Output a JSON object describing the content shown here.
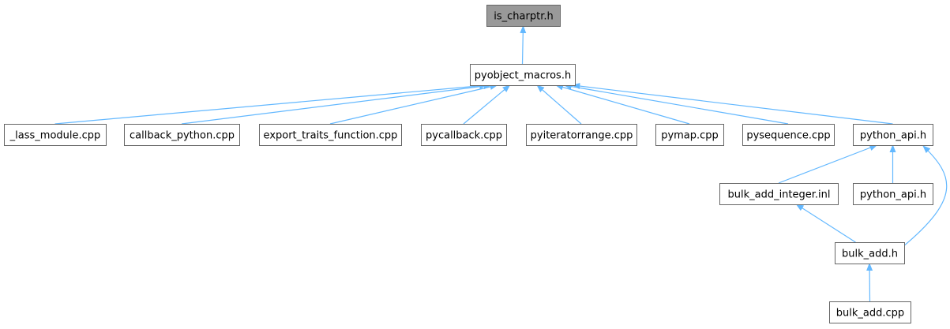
{
  "diagram": {
    "type": "include-dependency-graph",
    "nodes": [
      {
        "id": "is_charptr",
        "label": "is_charptr.h",
        "current": true
      },
      {
        "id": "pyobject_macros",
        "label": "pyobject_macros.h"
      },
      {
        "id": "lass_module",
        "label": "_lass_module.cpp"
      },
      {
        "id": "callback_python",
        "label": "callback_python.cpp"
      },
      {
        "id": "export_traits_function",
        "label": "export_traits_function.cpp"
      },
      {
        "id": "pycallback",
        "label": "pycallback.cpp"
      },
      {
        "id": "pyiteratorrange",
        "label": "pyiteratorrange.cpp"
      },
      {
        "id": "pymap",
        "label": "pymap.cpp"
      },
      {
        "id": "pysequence",
        "label": "pysequence.cpp"
      },
      {
        "id": "python_api",
        "label": "python_api.h"
      },
      {
        "id": "bulk_add_integer",
        "label": "bulk_add_integer.inl"
      },
      {
        "id": "python_api_2",
        "label": "python_api.h"
      },
      {
        "id": "bulk_add_h",
        "label": "bulk_add.h"
      },
      {
        "id": "bulk_add_cpp",
        "label": "bulk_add.cpp"
      }
    ],
    "edges": [
      {
        "from": "pyobject_macros",
        "to": "is_charptr"
      },
      {
        "from": "lass_module",
        "to": "pyobject_macros"
      },
      {
        "from": "callback_python",
        "to": "pyobject_macros"
      },
      {
        "from": "export_traits_function",
        "to": "pyobject_macros"
      },
      {
        "from": "pycallback",
        "to": "pyobject_macros"
      },
      {
        "from": "pyiteratorrange",
        "to": "pyobject_macros"
      },
      {
        "from": "pymap",
        "to": "pyobject_macros"
      },
      {
        "from": "pysequence",
        "to": "pyobject_macros"
      },
      {
        "from": "python_api",
        "to": "pyobject_macros"
      },
      {
        "from": "bulk_add_integer",
        "to": "python_api"
      },
      {
        "from": "python_api_2",
        "to": "python_api"
      },
      {
        "from": "bulk_add_h",
        "to": "python_api"
      },
      {
        "from": "bulk_add_h",
        "to": "bulk_add_integer"
      },
      {
        "from": "bulk_add_cpp",
        "to": "bulk_add_h"
      }
    ],
    "colors": {
      "edge": "#63b8ff",
      "node_border": "#666666",
      "current_node_fill": "#999999",
      "node_fill": "#ffffff"
    }
  }
}
